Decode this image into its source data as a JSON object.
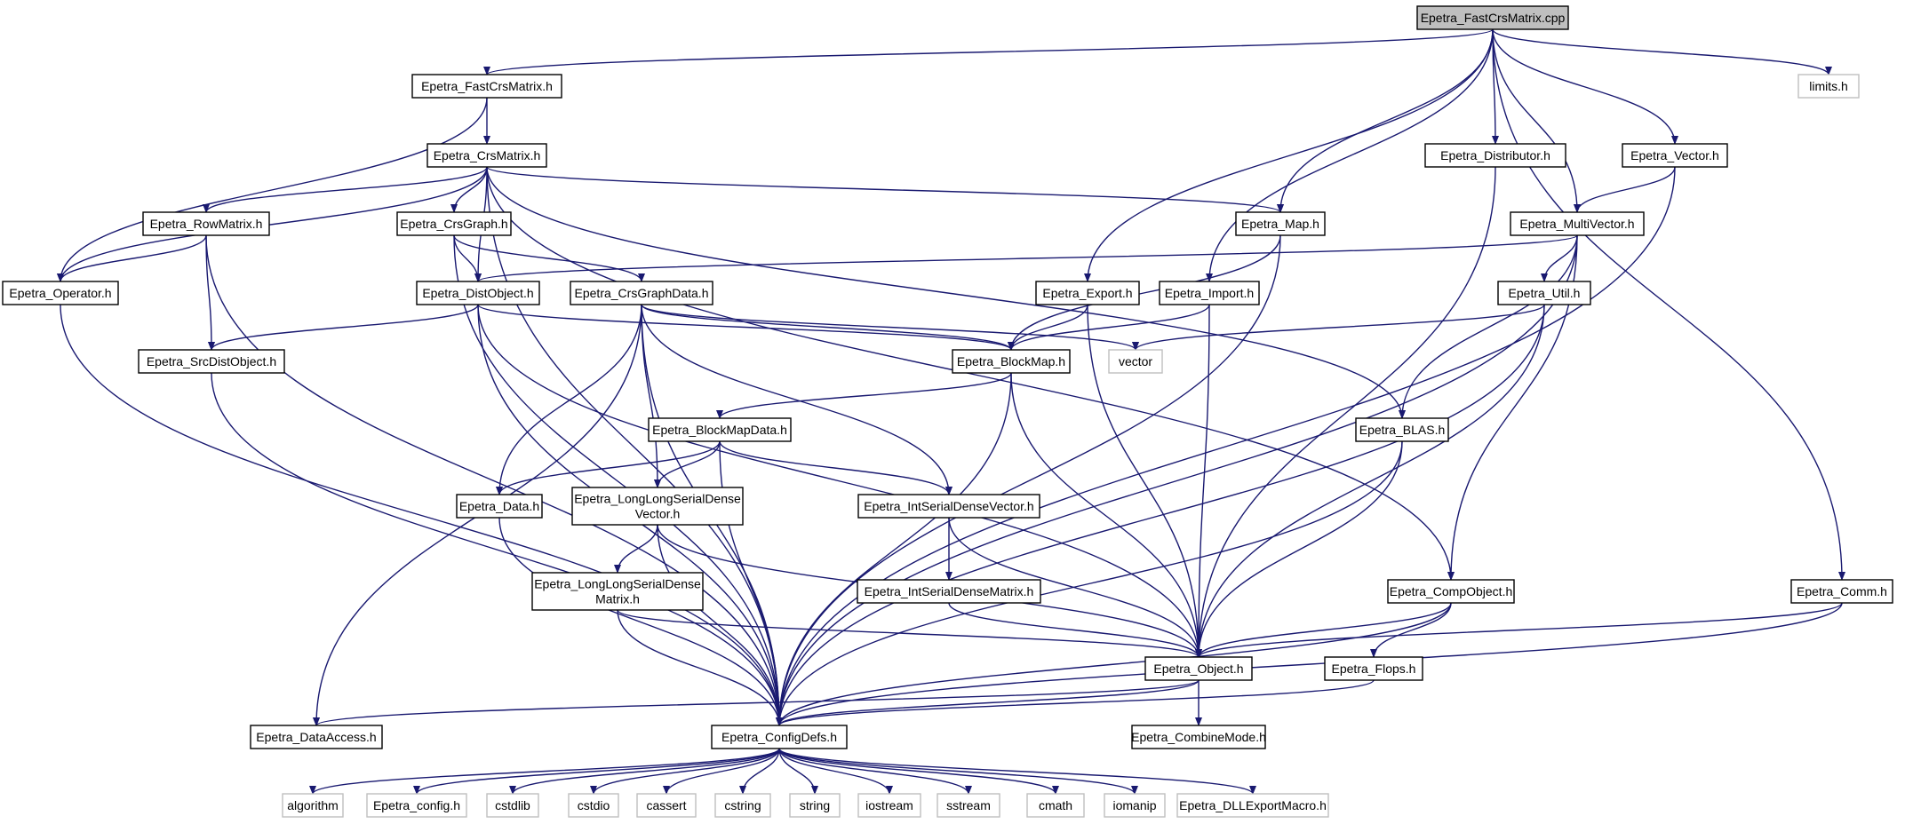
{
  "colors": {
    "edge": "#191970",
    "root_fill": "#bfbfbf",
    "node_border": "#000000",
    "external_border": "#bfbfbf",
    "external_text": "#555555"
  },
  "nodes": [
    {
      "id": "root",
      "lines": [
        "Epetra_FastCrsMatrix.cpp"
      ],
      "kind": "root"
    },
    {
      "id": "fastcrs_h",
      "lines": [
        "Epetra_FastCrsMatrix.h"
      ],
      "kind": "header"
    },
    {
      "id": "limits",
      "lines": [
        "limits.h"
      ],
      "kind": "external"
    },
    {
      "id": "crsmatrix",
      "lines": [
        "Epetra_CrsMatrix.h"
      ],
      "kind": "header"
    },
    {
      "id": "distributor",
      "lines": [
        "Epetra_Distributor.h"
      ],
      "kind": "header"
    },
    {
      "id": "vector_h",
      "lines": [
        "Epetra_Vector.h"
      ],
      "kind": "header"
    },
    {
      "id": "rowmatrix",
      "lines": [
        "Epetra_RowMatrix.h"
      ],
      "kind": "header"
    },
    {
      "id": "crsgraph",
      "lines": [
        "Epetra_CrsGraph.h"
      ],
      "kind": "header"
    },
    {
      "id": "map",
      "lines": [
        "Epetra_Map.h"
      ],
      "kind": "header"
    },
    {
      "id": "multivector",
      "lines": [
        "Epetra_MultiVector.h"
      ],
      "kind": "header"
    },
    {
      "id": "operator",
      "lines": [
        "Epetra_Operator.h"
      ],
      "kind": "header"
    },
    {
      "id": "distobject",
      "lines": [
        "Epetra_DistObject.h"
      ],
      "kind": "header"
    },
    {
      "id": "crsgraphdata",
      "lines": [
        "Epetra_CrsGraphData.h"
      ],
      "kind": "header"
    },
    {
      "id": "export",
      "lines": [
        "Epetra_Export.h"
      ],
      "kind": "header"
    },
    {
      "id": "import",
      "lines": [
        "Epetra_Import.h"
      ],
      "kind": "header"
    },
    {
      "id": "util",
      "lines": [
        "Epetra_Util.h"
      ],
      "kind": "header"
    },
    {
      "id": "srcdistobject",
      "lines": [
        "Epetra_SrcDistObject.h"
      ],
      "kind": "header"
    },
    {
      "id": "blockmap",
      "lines": [
        "Epetra_BlockMap.h"
      ],
      "kind": "header"
    },
    {
      "id": "vector_ext",
      "lines": [
        "vector"
      ],
      "kind": "external"
    },
    {
      "id": "blockmapdata",
      "lines": [
        "Epetra_BlockMapData.h"
      ],
      "kind": "header"
    },
    {
      "id": "blas",
      "lines": [
        "Epetra_BLAS.h"
      ],
      "kind": "header"
    },
    {
      "id": "data",
      "lines": [
        "Epetra_Data.h"
      ],
      "kind": "header"
    },
    {
      "id": "llsdv",
      "lines": [
        "Epetra_LongLongSerialDense",
        "Vector.h"
      ],
      "kind": "header"
    },
    {
      "id": "isdv",
      "lines": [
        "Epetra_IntSerialDenseVector.h"
      ],
      "kind": "header"
    },
    {
      "id": "llsdm",
      "lines": [
        "Epetra_LongLongSerialDense",
        "Matrix.h"
      ],
      "kind": "header"
    },
    {
      "id": "isdm",
      "lines": [
        "Epetra_IntSerialDenseMatrix.h"
      ],
      "kind": "header"
    },
    {
      "id": "compobject",
      "lines": [
        "Epetra_CompObject.h"
      ],
      "kind": "header"
    },
    {
      "id": "comm",
      "lines": [
        "Epetra_Comm.h"
      ],
      "kind": "header"
    },
    {
      "id": "object",
      "lines": [
        "Epetra_Object.h"
      ],
      "kind": "header"
    },
    {
      "id": "flops",
      "lines": [
        "Epetra_Flops.h"
      ],
      "kind": "header"
    },
    {
      "id": "dataaccess",
      "lines": [
        "Epetra_DataAccess.h"
      ],
      "kind": "header"
    },
    {
      "id": "configdefs",
      "lines": [
        "Epetra_ConfigDefs.h"
      ],
      "kind": "header"
    },
    {
      "id": "combinemode",
      "lines": [
        "Epetra_CombineMode.h"
      ],
      "kind": "header"
    },
    {
      "id": "algorithm",
      "lines": [
        "algorithm"
      ],
      "kind": "external"
    },
    {
      "id": "epetra_config",
      "lines": [
        "Epetra_config.h"
      ],
      "kind": "external"
    },
    {
      "id": "cstdlib",
      "lines": [
        "cstdlib"
      ],
      "kind": "external"
    },
    {
      "id": "cstdio",
      "lines": [
        "cstdio"
      ],
      "kind": "external"
    },
    {
      "id": "cassert",
      "lines": [
        "cassert"
      ],
      "kind": "external"
    },
    {
      "id": "cstring",
      "lines": [
        "cstring"
      ],
      "kind": "external"
    },
    {
      "id": "string",
      "lines": [
        "string"
      ],
      "kind": "external"
    },
    {
      "id": "iostream",
      "lines": [
        "iostream"
      ],
      "kind": "external"
    },
    {
      "id": "sstream",
      "lines": [
        "sstream"
      ],
      "kind": "external"
    },
    {
      "id": "cmath",
      "lines": [
        "cmath"
      ],
      "kind": "external"
    },
    {
      "id": "iomanip",
      "lines": [
        "iomanip"
      ],
      "kind": "external"
    },
    {
      "id": "dllexport",
      "lines": [
        "Epetra_DLLExportMacro.h"
      ],
      "kind": "external"
    }
  ],
  "edges": [
    [
      "root",
      "fastcrs_h"
    ],
    [
      "root",
      "limits"
    ],
    [
      "root",
      "map"
    ],
    [
      "root",
      "export"
    ],
    [
      "root",
      "import"
    ],
    [
      "root",
      "distributor"
    ],
    [
      "root",
      "multivector"
    ],
    [
      "root",
      "vector_h"
    ],
    [
      "root",
      "comm"
    ],
    [
      "fastcrs_h",
      "crsmatrix"
    ],
    [
      "fastcrs_h",
      "operator"
    ],
    [
      "crsmatrix",
      "operator"
    ],
    [
      "crsmatrix",
      "rowmatrix"
    ],
    [
      "crsmatrix",
      "crsgraph"
    ],
    [
      "crsmatrix",
      "distobject"
    ],
    [
      "crsmatrix",
      "map"
    ],
    [
      "crsmatrix",
      "blas"
    ],
    [
      "crsmatrix",
      "compobject"
    ],
    [
      "crsmatrix",
      "configdefs"
    ],
    [
      "rowmatrix",
      "operator"
    ],
    [
      "rowmatrix",
      "srcdistobject"
    ],
    [
      "rowmatrix",
      "configdefs"
    ],
    [
      "crsgraph",
      "distobject"
    ],
    [
      "crsgraph",
      "crsgraphdata"
    ],
    [
      "crsgraph",
      "configdefs"
    ],
    [
      "operator",
      "configdefs"
    ],
    [
      "distobject",
      "srcdistobject"
    ],
    [
      "distobject",
      "blockmap"
    ],
    [
      "distobject",
      "object"
    ],
    [
      "distobject",
      "configdefs"
    ],
    [
      "crsgraphdata",
      "blockmap"
    ],
    [
      "crsgraphdata",
      "vector_ext"
    ],
    [
      "crsgraphdata",
      "data"
    ],
    [
      "crsgraphdata",
      "llsdv"
    ],
    [
      "crsgraphdata",
      "isdv"
    ],
    [
      "crsgraphdata",
      "dataaccess"
    ],
    [
      "crsgraphdata",
      "configdefs"
    ],
    [
      "srcdistobject",
      "configdefs"
    ],
    [
      "map",
      "blockmap"
    ],
    [
      "map",
      "configdefs"
    ],
    [
      "export",
      "blockmap"
    ],
    [
      "export",
      "object"
    ],
    [
      "import",
      "blockmap"
    ],
    [
      "import",
      "object"
    ],
    [
      "distributor",
      "object"
    ],
    [
      "vector_h",
      "multivector"
    ],
    [
      "vector_h",
      "configdefs"
    ],
    [
      "multivector",
      "distobject"
    ],
    [
      "multivector",
      "util"
    ],
    [
      "multivector",
      "blas"
    ],
    [
      "multivector",
      "compobject"
    ],
    [
      "multivector",
      "configdefs"
    ],
    [
      "util",
      "vector_ext"
    ],
    [
      "util",
      "object"
    ],
    [
      "util",
      "configdefs"
    ],
    [
      "blockmap",
      "blockmapdata"
    ],
    [
      "blockmap",
      "object"
    ],
    [
      "blockmap",
      "configdefs"
    ],
    [
      "blockmapdata",
      "data"
    ],
    [
      "blockmapdata",
      "llsdv"
    ],
    [
      "blockmapdata",
      "isdv"
    ],
    [
      "blockmapdata",
      "configdefs"
    ],
    [
      "blas",
      "object"
    ],
    [
      "blas",
      "configdefs"
    ],
    [
      "data",
      "configdefs"
    ],
    [
      "llsdv",
      "llsdm"
    ],
    [
      "llsdv",
      "object"
    ],
    [
      "llsdv",
      "configdefs"
    ],
    [
      "llsdm",
      "object"
    ],
    [
      "llsdm",
      "configdefs"
    ],
    [
      "isdv",
      "isdm"
    ],
    [
      "isdv",
      "object"
    ],
    [
      "isdm",
      "object"
    ],
    [
      "compobject",
      "object"
    ],
    [
      "compobject",
      "flops"
    ],
    [
      "compobject",
      "configdefs"
    ],
    [
      "comm",
      "object"
    ],
    [
      "comm",
      "configdefs"
    ],
    [
      "object",
      "dataaccess"
    ],
    [
      "object",
      "configdefs"
    ],
    [
      "object",
      "combinemode"
    ],
    [
      "flops",
      "configdefs"
    ],
    [
      "configdefs",
      "algorithm"
    ],
    [
      "configdefs",
      "epetra_config"
    ],
    [
      "configdefs",
      "cstdlib"
    ],
    [
      "configdefs",
      "cstdio"
    ],
    [
      "configdefs",
      "cassert"
    ],
    [
      "configdefs",
      "cstring"
    ],
    [
      "configdefs",
      "string"
    ],
    [
      "configdefs",
      "iostream"
    ],
    [
      "configdefs",
      "sstream"
    ],
    [
      "configdefs",
      "cmath"
    ],
    [
      "configdefs",
      "iomanip"
    ],
    [
      "configdefs",
      "dllexport"
    ]
  ]
}
